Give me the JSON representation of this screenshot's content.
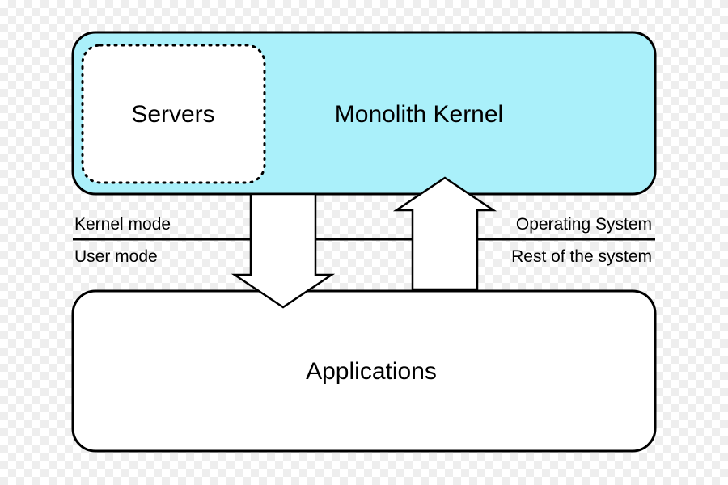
{
  "kernel_box": {
    "label": "Monolith Kernel",
    "fill": "#aaf0fa"
  },
  "servers_box": {
    "label": "Servers"
  },
  "applications_box": {
    "label": "Applications"
  },
  "boundary": {
    "left_upper": "Kernel mode",
    "left_lower": "User mode",
    "right_upper": "Operating System",
    "right_lower": "Rest of the system"
  },
  "colors": {
    "stroke": "#000000",
    "fill_white": "#ffffff",
    "kernel_fill": "#aaf0fa"
  }
}
